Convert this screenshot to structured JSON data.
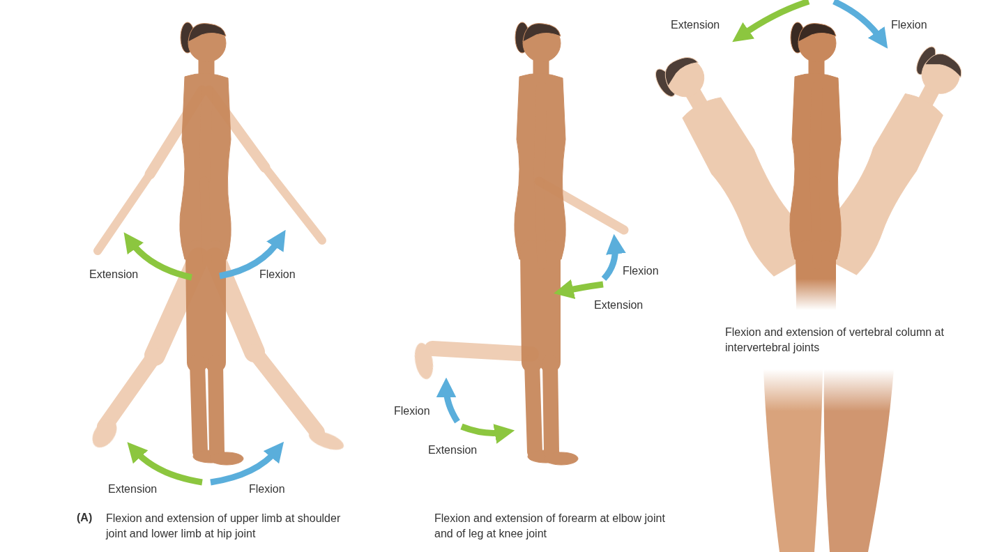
{
  "diagram": {
    "labels": [
      "Extension",
      "Flexion",
      "Extension",
      "Flexion",
      "Extension",
      "Flexion",
      "(A)",
      "Flexion and extension of upper limb at shoulder joint and lower limb at hip joint",
      "Flexion",
      "Extension",
      "Flexion",
      "Extension",
      "Flexion and extension of forearm at elbow joint and of leg at knee joint",
      "Flexion and extension of vertebral column at intervertebral joints"
    ]
  }
}
